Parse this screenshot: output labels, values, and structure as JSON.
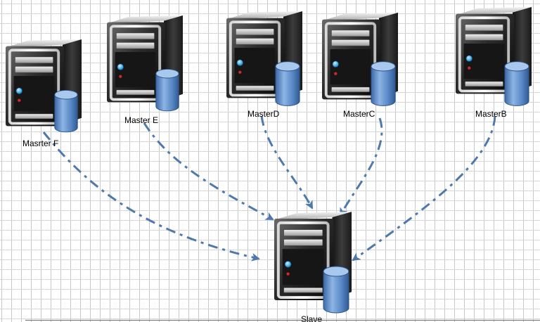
{
  "nodes": [
    {
      "id": "master-f",
      "label": "Masrter F",
      "icon": "server-database-icon"
    },
    {
      "id": "master-e",
      "label": "Master E",
      "icon": "server-database-icon"
    },
    {
      "id": "master-d",
      "label": "MasterD",
      "icon": "server-database-icon"
    },
    {
      "id": "master-c",
      "label": "MasterC",
      "icon": "server-database-icon"
    },
    {
      "id": "master-b",
      "label": "MasterB",
      "icon": "server-database-icon"
    },
    {
      "id": "slave",
      "label": "Slave",
      "icon": "server-database-icon"
    }
  ],
  "edges": [
    {
      "from": "master-f",
      "to": "slave"
    },
    {
      "from": "master-e",
      "to": "slave"
    },
    {
      "from": "master-d",
      "to": "slave"
    },
    {
      "from": "master-c",
      "to": "slave"
    },
    {
      "from": "master-b",
      "to": "slave"
    }
  ],
  "colors": {
    "edge": "#4d79ad",
    "cylinder": "#5e8fcc",
    "server_body": "#2a2a2a"
  }
}
